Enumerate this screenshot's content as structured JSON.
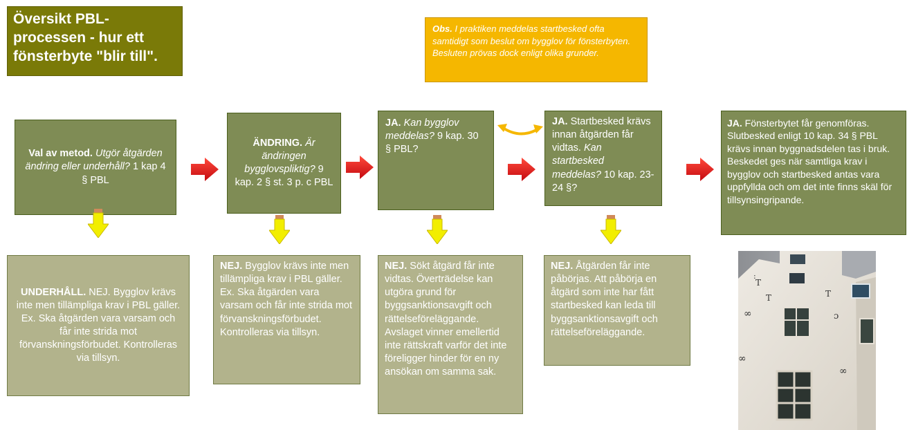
{
  "title": "Översikt PBL-processen - hur ett fönsterbyte \"blir till\".",
  "obs": {
    "label": "Obs.",
    "text": " I praktiken meddelas startbesked ofta samtidigt som beslut om bygglov för fönsterbyten. Besluten prövas dock enligt olika grunder."
  },
  "steps": [
    {
      "lead": "Val av metod.",
      "italic": " Utgör åtgärden ändring eller underhåll?",
      "rest": " 1 kap 4 § PBL"
    },
    {
      "lead": "ÄNDRING.",
      "italic": " Är ändringen bygglovspliktig?",
      "rest": " 9 kap. 2 § st. 3 p. c PBL"
    },
    {
      "lead": "JA.",
      "italic": " Kan bygglov meddelas?",
      "rest": " 9 kap. 30 § PBL?"
    },
    {
      "lead": "JA.",
      "pre": " Startbesked krävs innan åtgärden får vidtas. ",
      "italic": "Kan startbesked meddelas?",
      "rest": " 10 kap. 23-24 §?"
    },
    {
      "lead": "JA.",
      "rest": " Fönsterbytet får genomföras. Slutbesked enligt 10 kap. 34 § PBL krävs innan byggnadsdelen tas i bruk. Beskedet ges när samtliga krav i bygglov och startbesked antas vara uppfyllda och om det inte finns skäl för tillsynsingripande."
    }
  ],
  "outcomes": [
    {
      "lead": "UNDERHÅLL.",
      "rest": " NEJ. Bygglov krävs inte men tillämpliga krav i PBL gäller. Ex. Ska åtgärden vara varsam och får inte strida mot förvanskningsförbudet. Kontrolleras via tillsyn."
    },
    {
      "lead": "NEJ.",
      "rest": " Bygglov krävs inte men tillämpliga krav i PBL gäller. Ex. Ska åtgärden vara varsam och får inte strida mot förvanskningsförbudet. Kontrolleras via tillsyn."
    },
    {
      "lead": "NEJ.",
      "rest": " Sökt åtgärd får inte vidtas. Överträdelse kan utgöra grund för byggsanktionsavgift och rättelseföreläggande. Avslaget vinner emellertid inte rättskraft varför det inte föreligger hinder för en ny ansökan om samma sak."
    },
    {
      "lead": "NEJ.",
      "rest": " Åtgärden får inte påbörjas. Att påbörja en åtgärd som inte har fått startbesked kan leda till byggsanktionsavgift och rättelseföreläggande."
    }
  ],
  "photo": {
    "icon": "building-facade-photo"
  },
  "colors": {
    "title_bg": "#7a7a08",
    "step_bg": "#7f8c55",
    "outcome_bg": "#b2b38c",
    "obs_bg": "#f5b700",
    "right_arrow": "#e8101a",
    "down_arrow": "#f2ee00"
  }
}
